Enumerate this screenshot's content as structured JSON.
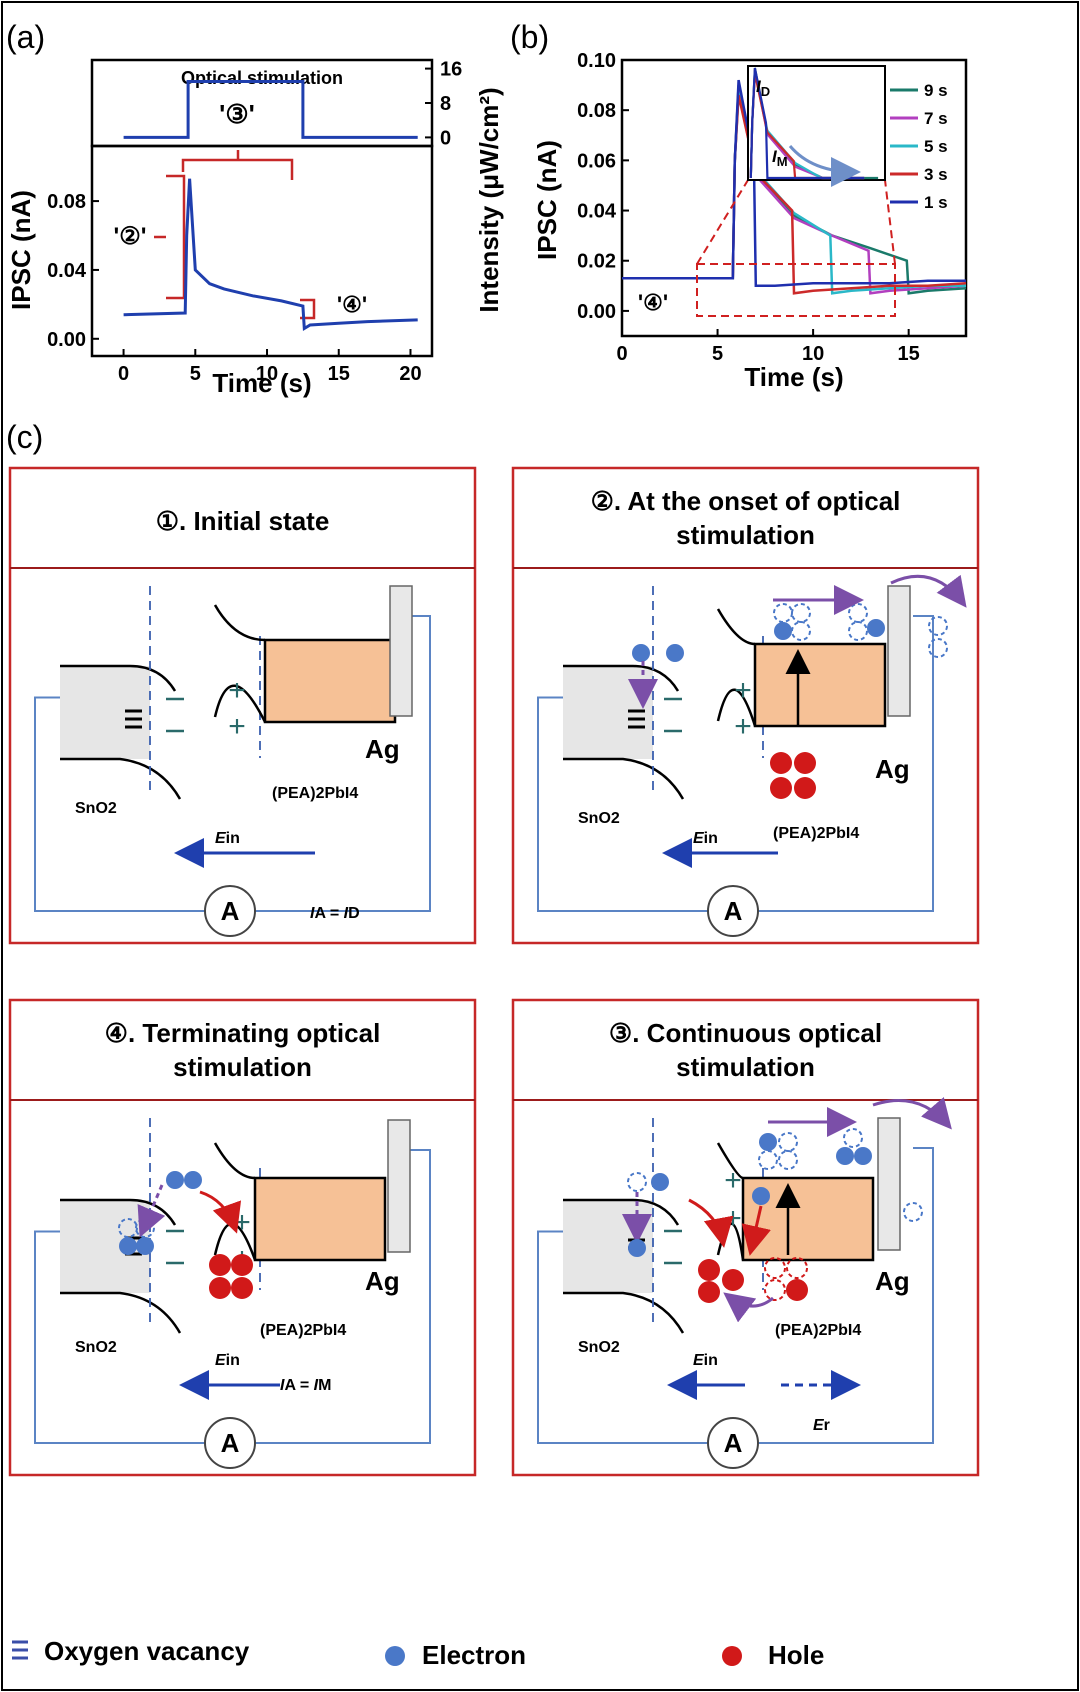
{
  "labels": {
    "a": "(a)",
    "b": "(b)",
    "c": "(c)"
  },
  "panel_a": {
    "stim_label": "Optical stimulation",
    "stage3": "'③'",
    "stage2": "'②'",
    "stage4": "'④'",
    "xlabel": "Time (s)",
    "ylabel": "IPSC (nA)",
    "y2label": "Intensity (μW/cm²)",
    "xticks": [
      "0",
      "5",
      "10",
      "15",
      "20"
    ],
    "yticks": [
      "0.00",
      "0.04",
      "0.08"
    ],
    "y2ticks": [
      "0",
      "8",
      "16"
    ]
  },
  "panel_b": {
    "xlabel": "Time (s)",
    "ylabel": "IPSC (nA)",
    "xticks": [
      "0",
      "5",
      "10",
      "15"
    ],
    "yticks": [
      "0.00",
      "0.02",
      "0.04",
      "0.06",
      "0.08",
      "0.10"
    ],
    "stage4": "'④'",
    "inset_ID": "I",
    "inset_ID_sub": "D",
    "inset_IM": "I",
    "inset_IM_sub": "M",
    "legend": [
      "9 s",
      "7 s",
      "5 s",
      "3 s",
      "1 s"
    ],
    "colors": [
      "#1a7a6a",
      "#b23fbf",
      "#2ab8c8",
      "#cc2a2a",
      "#1f2fae"
    ]
  },
  "panels_c": {
    "p1": {
      "title": "①. Initial state"
    },
    "p2": {
      "title1": "②. At the onset of optical",
      "title2": "stimulation"
    },
    "p4": {
      "title1": "④. Terminating optical",
      "title2": "stimulation"
    },
    "p3": {
      "title1": "③. Continuous optical",
      "title2": "stimulation"
    },
    "sno2": "SnO",
    "sno2_sub": "2",
    "perov_a": "(PEA)",
    "perov_sub2": "2",
    "perov_b": "PbI",
    "perov_sub4": "4",
    "ag": "Ag",
    "ein": "E",
    "ein_sub": "in",
    "er": "E",
    "er_sub": "r",
    "ammeter": "A",
    "ia_id": {
      "i1": "I",
      "s1": "A",
      "eq": " = ",
      "i2": "I",
      "s2": "D"
    },
    "ia_im": {
      "i1": "I",
      "s1": "A",
      "eq": " = ",
      "i2": "I",
      "s2": "M"
    }
  },
  "legend_bottom": {
    "oxygen": "Oxygen vacancy",
    "electron": "Electron",
    "hole": "Hole"
  },
  "chart_data": [
    {
      "type": "line",
      "panel": "a",
      "xlabel": "Time (s)",
      "ylabel": "IPSC (nA)",
      "xlim": [
        -2.2,
        21.5
      ],
      "ylim": [
        -0.01,
        0.112
      ],
      "series": [
        {
          "x": [
            0,
            4.3,
            4.4,
            4.6,
            5,
            6,
            7,
            9,
            11,
            12.5,
            12.6,
            13,
            15,
            17,
            20.5
          ],
          "values": [
            0.014,
            0.015,
            0.06,
            0.093,
            0.04,
            0.032,
            0.029,
            0.025,
            0.022,
            0.019,
            0.006,
            0.008,
            0.009,
            0.01,
            0.011
          ]
        }
      ],
      "intensity": {
        "x": [
          0,
          4.5,
          4.5,
          12.5,
          12.5,
          20.5
        ],
        "values": [
          0,
          0,
          13,
          13,
          0,
          0
        ],
        "ylim": [
          -2,
          18
        ]
      }
    },
    {
      "type": "line",
      "panel": "b",
      "xlabel": "Time (s)",
      "ylabel": "IPSC (nA)",
      "xlim": [
        0,
        18
      ],
      "ylim": [
        -0.01,
        0.1
      ],
      "series": [
        {
          "name": "9 s",
          "x": [
            0,
            5.8,
            5.9,
            6.1,
            7,
            9,
            11,
            13,
            14.9,
            15,
            16,
            18
          ],
          "values": [
            0.013,
            0.013,
            0.06,
            0.09,
            0.055,
            0.038,
            0.03,
            0.025,
            0.02,
            0.007,
            0.008,
            0.009
          ]
        },
        {
          "name": "7 s",
          "x": [
            0,
            5.8,
            5.9,
            6.1,
            7,
            9,
            11,
            12.9,
            13,
            14,
            16,
            18
          ],
          "values": [
            0.013,
            0.013,
            0.06,
            0.088,
            0.054,
            0.037,
            0.03,
            0.024,
            0.007,
            0.008,
            0.009,
            0.01
          ]
        },
        {
          "name": "5 s",
          "x": [
            0,
            5.8,
            5.9,
            6.1,
            7,
            9,
            10.9,
            11,
            12,
            14,
            16,
            18
          ],
          "values": [
            0.013,
            0.013,
            0.06,
            0.087,
            0.056,
            0.039,
            0.03,
            0.007,
            0.008,
            0.009,
            0.01,
            0.01
          ]
        },
        {
          "name": "3 s",
          "x": [
            0,
            5.8,
            5.9,
            6.1,
            7,
            8.9,
            9,
            10,
            12,
            14,
            16,
            18
          ],
          "values": [
            0.013,
            0.013,
            0.06,
            0.086,
            0.055,
            0.04,
            0.007,
            0.008,
            0.009,
            0.01,
            0.01,
            0.011
          ]
        },
        {
          "name": "1 s",
          "x": [
            0,
            5.8,
            5.9,
            6.1,
            6.9,
            7,
            8,
            10,
            12,
            14,
            16,
            18
          ],
          "values": [
            0.013,
            0.013,
            0.06,
            0.092,
            0.06,
            0.01,
            0.01,
            0.011,
            0.011,
            0.011,
            0.012,
            0.012
          ]
        }
      ]
    }
  ]
}
